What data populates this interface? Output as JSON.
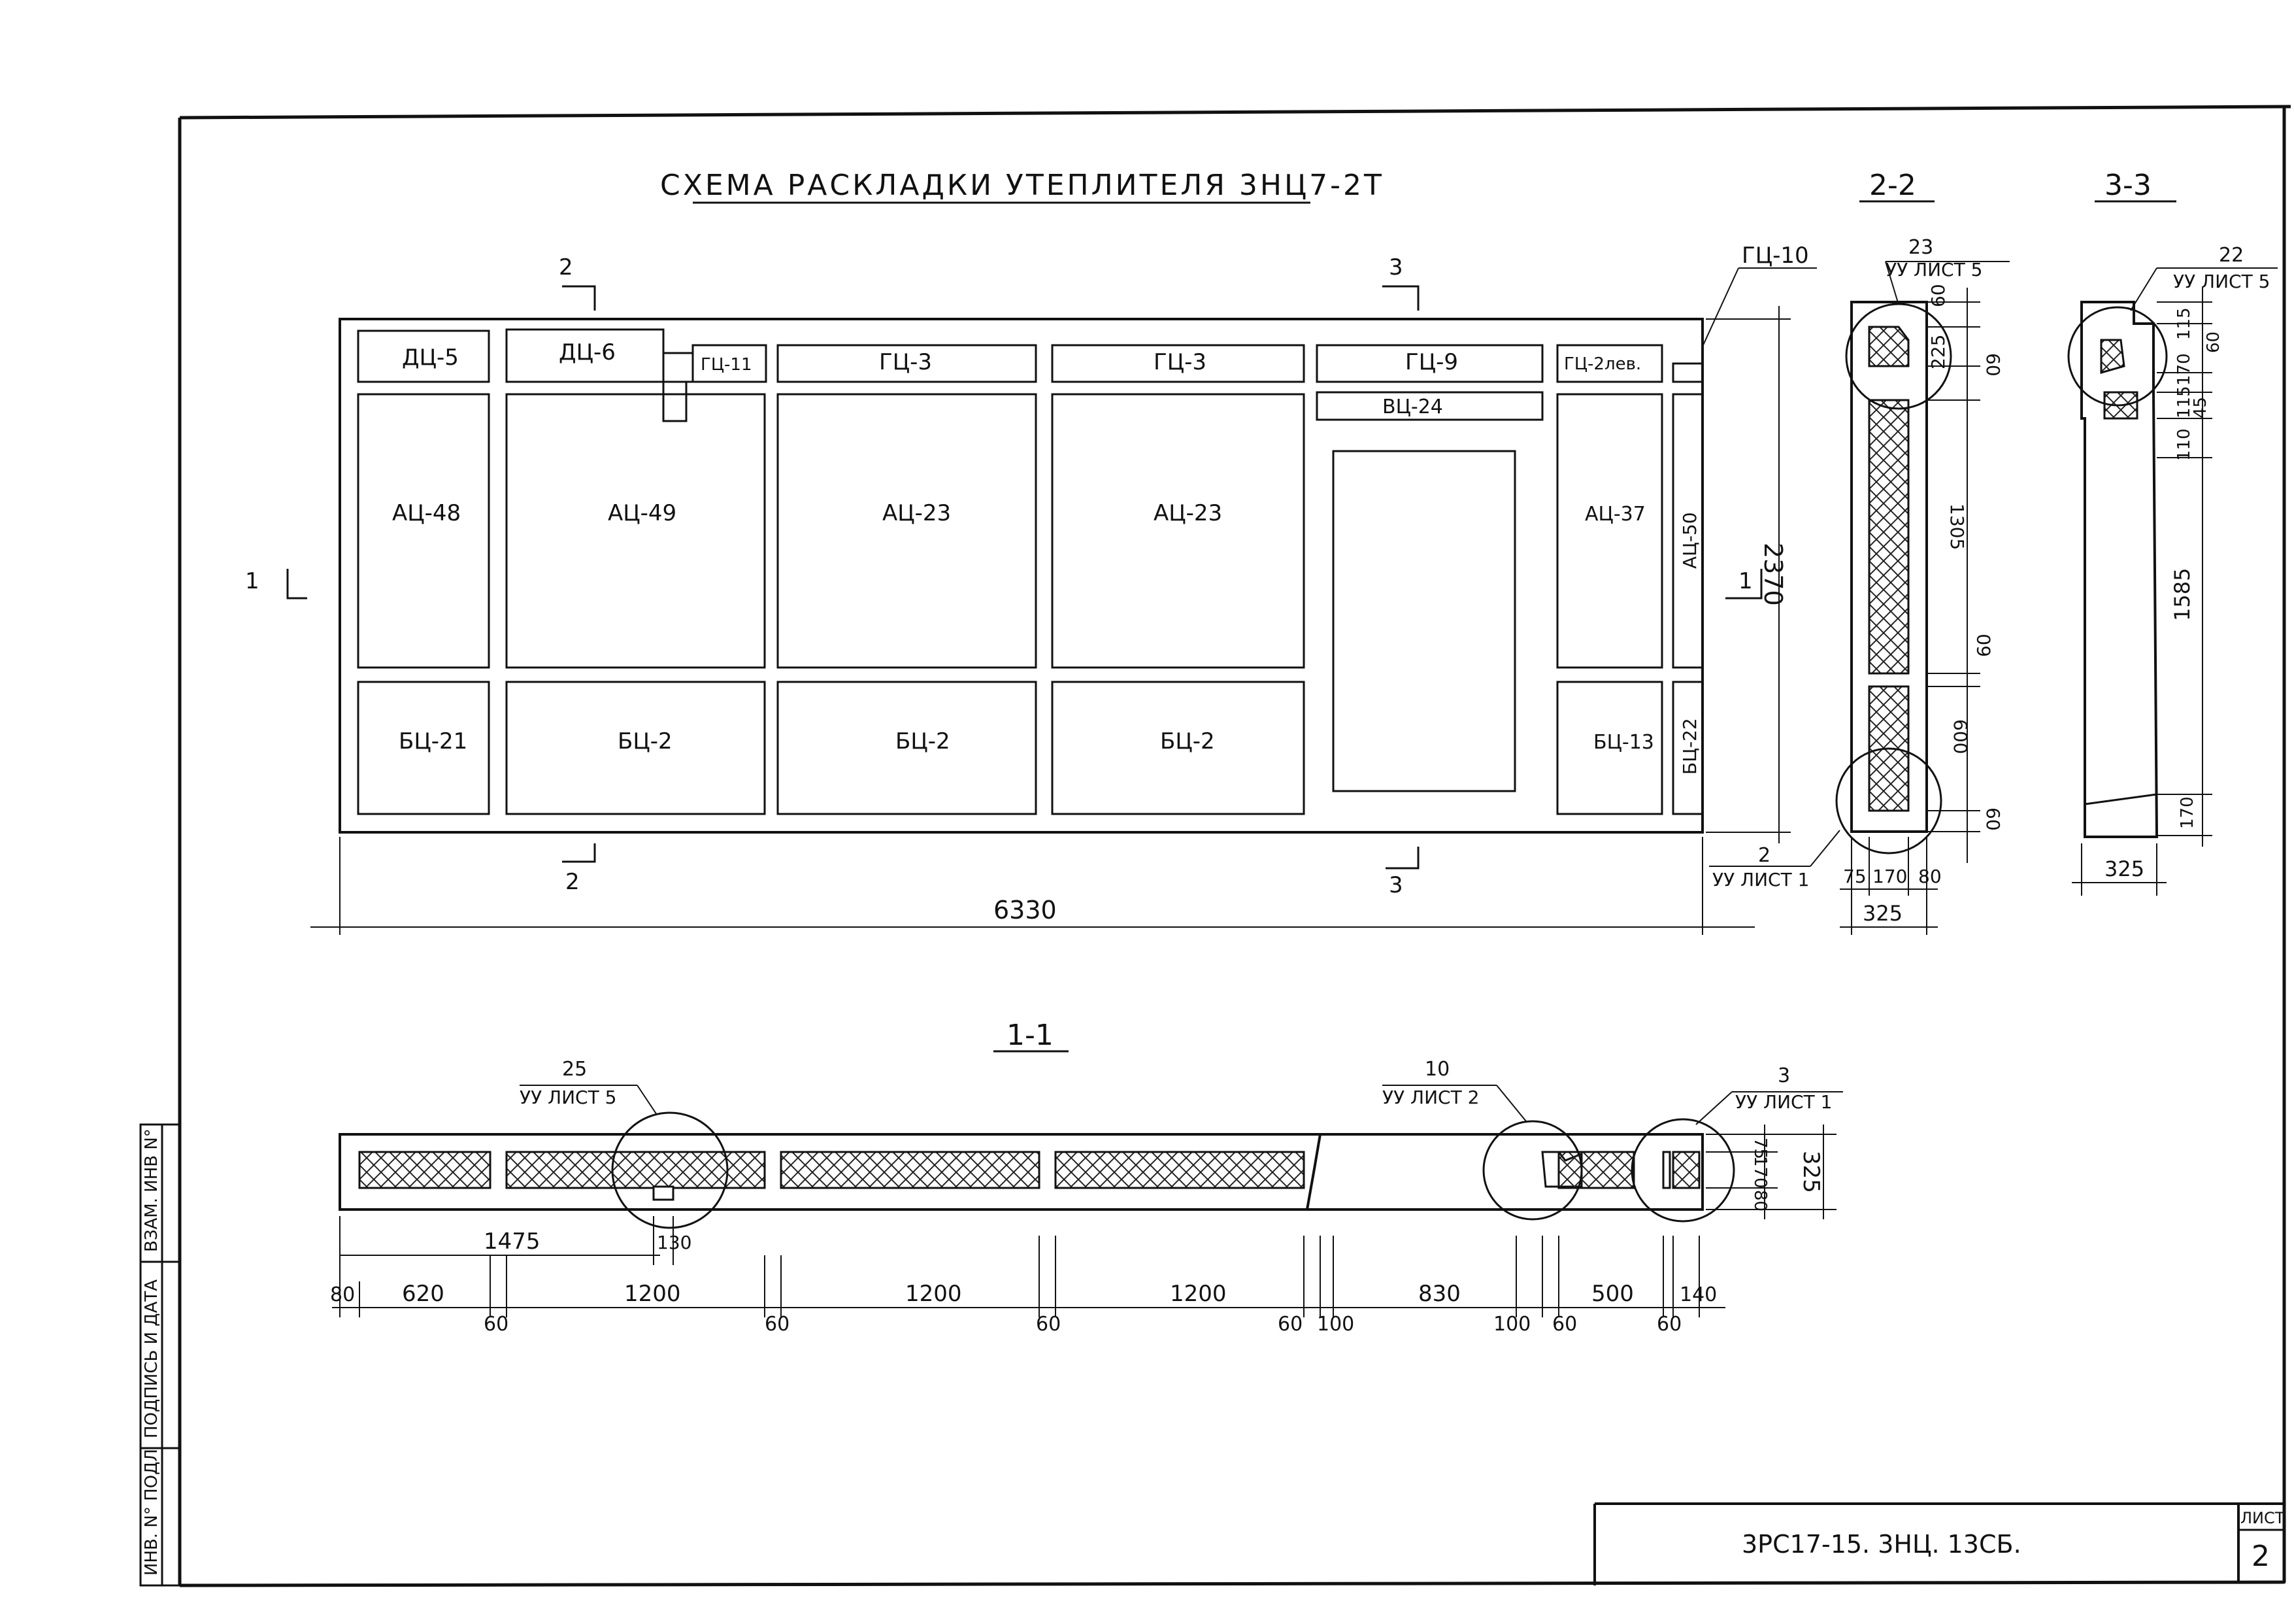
{
  "title": "СХЕМА РАСКЛАДКИ УТЕПЛИТЕЛЯ 3НЦ7-2Т",
  "section_titles": {
    "s11": "1-1",
    "s22": "2-2",
    "s33": "3-3"
  },
  "cut_marks": {
    "c1": "1",
    "c2": "2",
    "c3": "3"
  },
  "panels": {
    "dc5": "ДЦ-5",
    "dc6": "ДЦ-6",
    "gc11": "ГЦ-11",
    "gc3a": "ГЦ-3",
    "gc3b": "ГЦ-3",
    "gc9": "ГЦ-9",
    "gc2": "ГЦ-2лев.",
    "vc24": "ВЦ-24",
    "ac48": "АЦ-48",
    "ac49": "АЦ-49",
    "ac23a": "АЦ-23",
    "ac23b": "АЦ-23",
    "ac37": "АЦ-37",
    "ac50": "АЦ-50",
    "bc21": "БЦ-21",
    "bc2a": "БЦ-2",
    "bc2b": "БЦ-2",
    "bc2c": "БЦ-2",
    "bc13": "БЦ-13",
    "bc22": "БЦ-22",
    "gc10": "ГЦ-10"
  },
  "dims": {
    "total_width": "6330",
    "height": "2370",
    "h325": "325",
    "s22": {
      "d60a": "60",
      "d225": "225",
      "d60b": "60",
      "d1305": "1305",
      "d60c": "60",
      "d600": "600",
      "d60d": "60",
      "d75": "75",
      "d170": "170",
      "d80": "80",
      "w325": "325"
    },
    "s33": {
      "d115": "115",
      "d170": "170",
      "d60": "60",
      "d115b": "115",
      "d45": "45",
      "d110": "110",
      "d1585": "1585",
      "d170b": "170",
      "w325": "325"
    },
    "s11": {
      "d80": "80",
      "d620": "620",
      "d60a": "60",
      "d1200a": "1200",
      "d60b": "60",
      "d1200b": "1200",
      "d60c": "60",
      "d1200c": "1200",
      "d60d": "60",
      "d100a": "100",
      "d830": "830",
      "d100b": "100",
      "d60e": "60",
      "d500": "500",
      "d60f": "60",
      "d140": "140",
      "d1475": "1475",
      "d130": "130",
      "r75": "75",
      "r170": "170",
      "r80": "80",
      "r325": "325"
    }
  },
  "callouts": {
    "cA_num": "23",
    "cA_ref": "УУ ЛИСТ 5",
    "cB_num": "22",
    "cB_ref": "УУ ЛИСТ 5",
    "cC_num": "2",
    "cC_ref": "УУ ЛИСТ 1",
    "cD_num": "25",
    "cD_ref": "УУ ЛИСТ 5",
    "cE_num": "10",
    "cE_ref": "УУ ЛИСТ 2",
    "cF_num": "3",
    "cF_ref": "УУ ЛИСТ 1"
  },
  "stamp": {
    "code": "3РС17-15. 3НЦ. 13СБ.",
    "sheet_label": "ЛИСТ",
    "sheet_no": "2",
    "side1": "ИНВ. N° ПОДЛ",
    "side2": "ПОДПИСЬ И ДАТА",
    "side3": "ВЗАМ. ИНВ N°"
  }
}
